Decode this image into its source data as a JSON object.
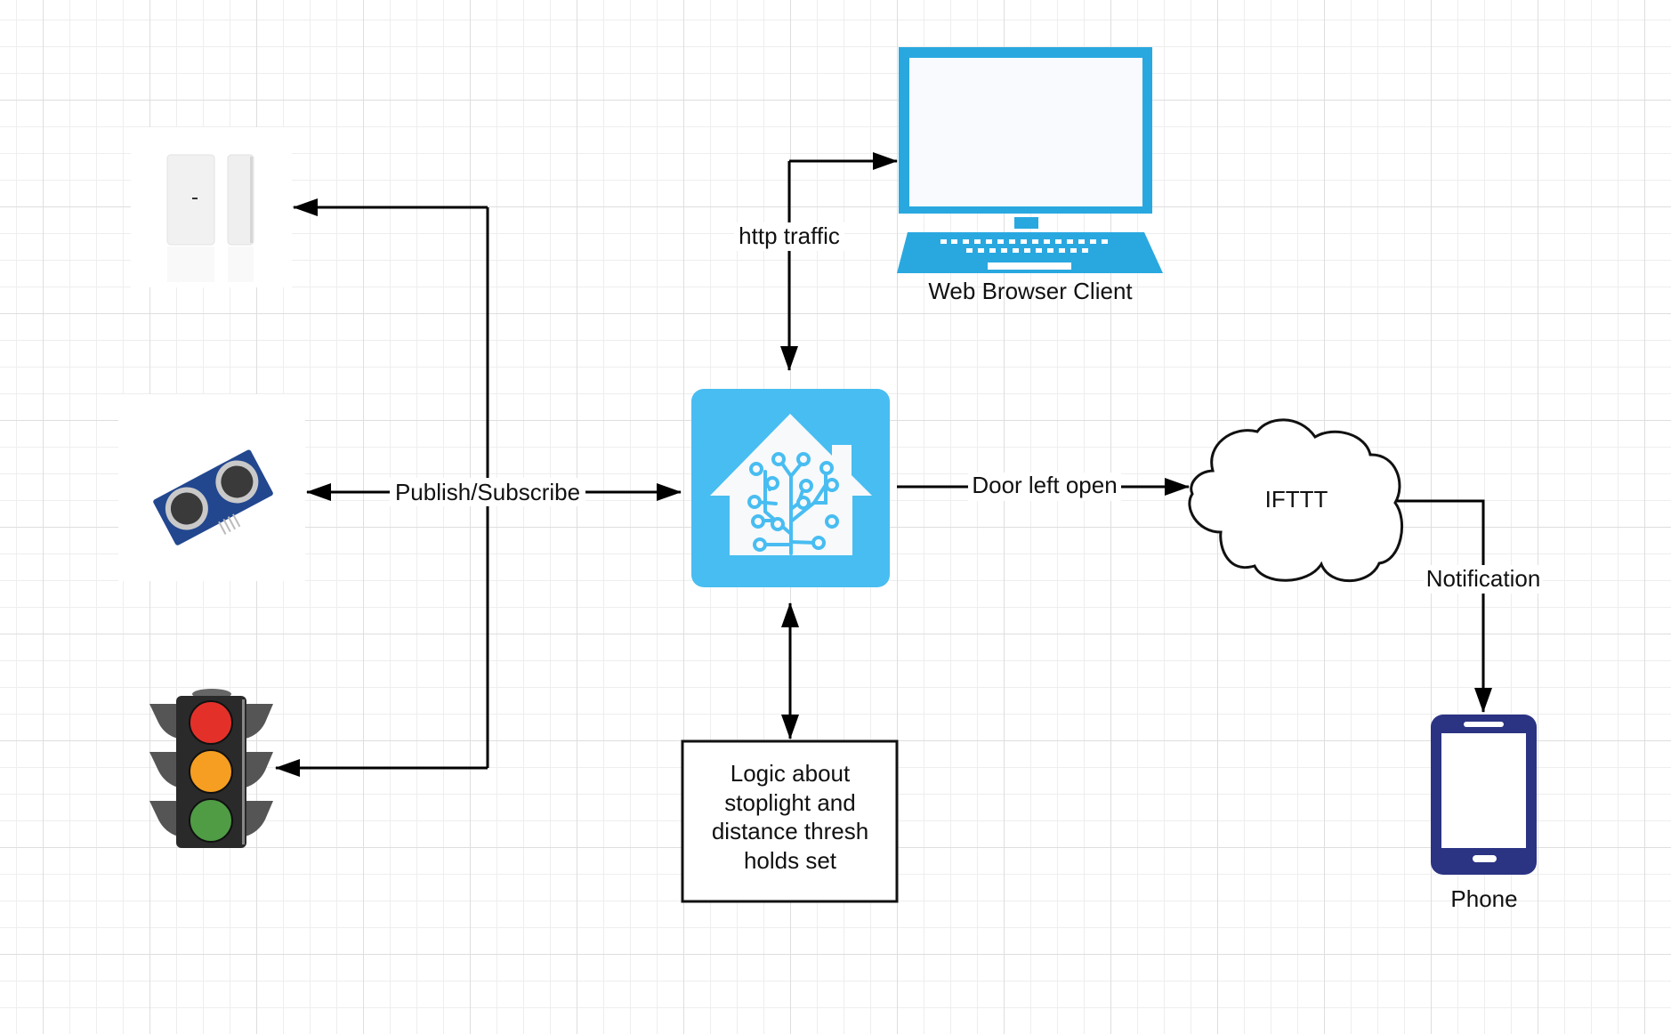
{
  "diagram": {
    "nodes": {
      "door_sensor": {
        "label": "",
        "icon": "door-sensor-icon"
      },
      "ultrasonic_sensor": {
        "label": "",
        "icon": "ultrasonic-sensor-icon"
      },
      "stoplight": {
        "label": "",
        "icon": "traffic-light-icon"
      },
      "home_assistant": {
        "label": "",
        "icon": "home-assistant-logo-icon"
      },
      "web_client": {
        "label": "Web Browser Client",
        "icon": "laptop-icon"
      },
      "logic_box": {
        "lines": [
          "Logic about",
          "stoplight and",
          "distance thresh",
          "holds set"
        ]
      },
      "ifttt": {
        "label": "IFTTT",
        "icon": "cloud-icon"
      },
      "phone": {
        "label": "Phone",
        "icon": "phone-icon"
      }
    },
    "edges": {
      "publish_subscribe": {
        "label": "Publish/Subscribe"
      },
      "http_traffic": {
        "label": "http traffic"
      },
      "door_left_open": {
        "label": "Door left open"
      },
      "notification": {
        "label": "Notification"
      }
    },
    "colors": {
      "ha_blue": "#48BDF1",
      "laptop_blue": "#29A8E0",
      "phone_navy": "#2B3383",
      "line": "#000000"
    }
  }
}
